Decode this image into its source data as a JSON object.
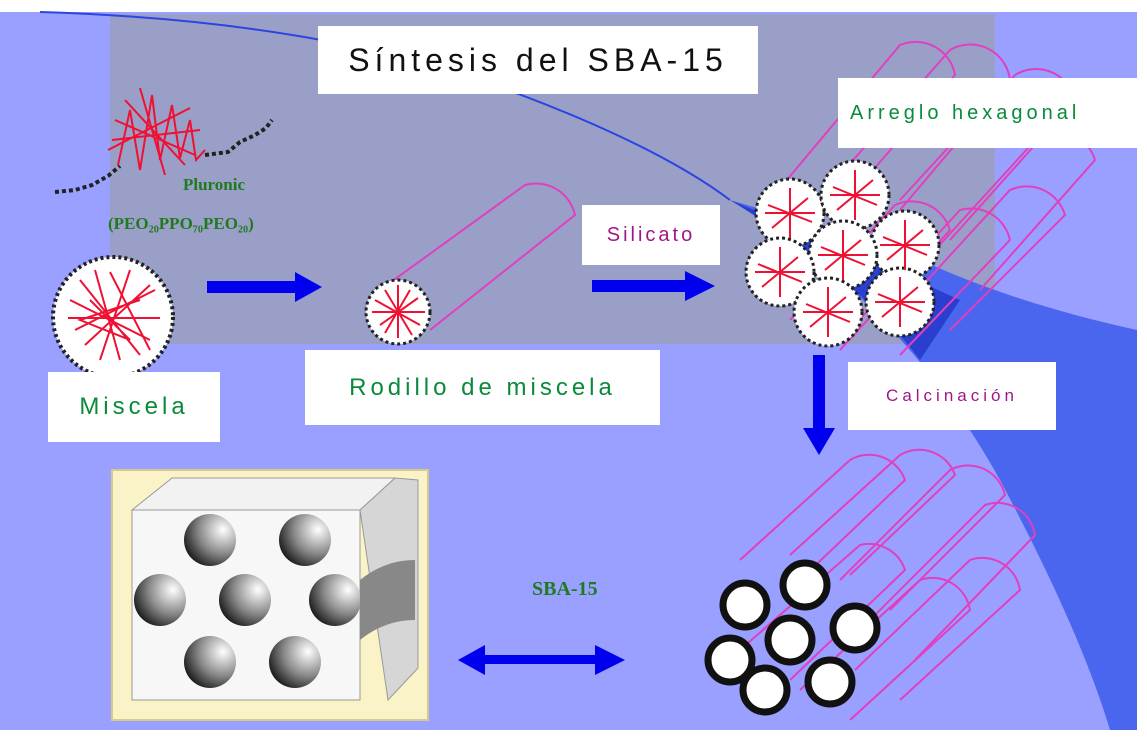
{
  "title": "Síntesis del SBA-15",
  "labels": {
    "arreglo": "Arreglo hexagonal",
    "silicato": "Silicato",
    "miscela": "Miscela",
    "rodillo": "Rodillo de miscela",
    "calcinacion": "Calcinación",
    "pluronic": "Pluronic",
    "peo": "(PEO₂₀PPO₇₀PEO₂₀)",
    "sba": "SBA-15"
  },
  "colors": {
    "background": "#9aa0ff",
    "inner_panel": "#9a9fc8",
    "arrow": "#0000ee",
    "rod_outline": "#e040c0",
    "polymer": "#ee1133",
    "accent_blue": "#2a45e0"
  }
}
